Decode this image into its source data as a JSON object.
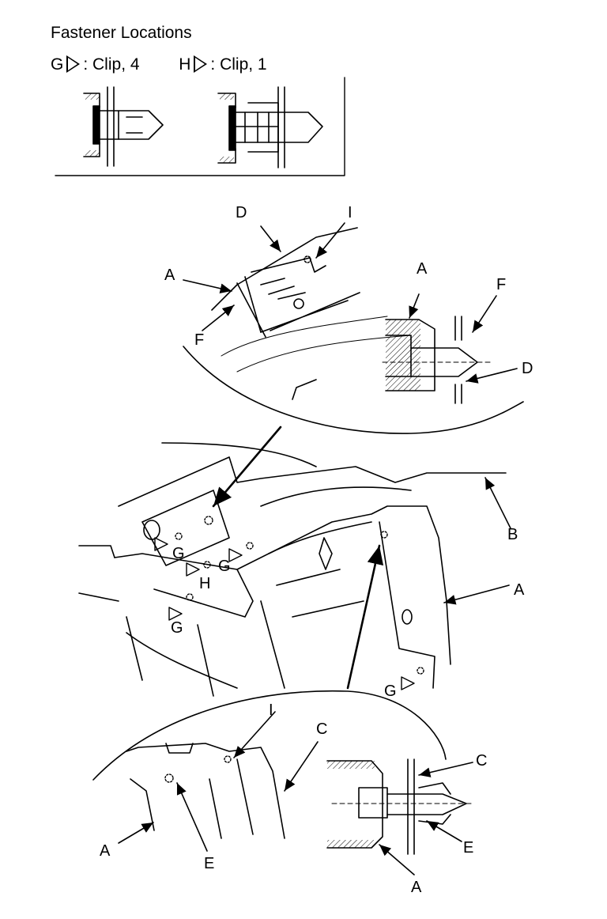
{
  "title": "Fastener Locations",
  "legend": [
    {
      "letter": "G",
      "text": ": Clip, 4"
    },
    {
      "letter": "H",
      "text": ": Clip, 1"
    }
  ],
  "labels": {
    "A": "A",
    "B": "B",
    "C": "C",
    "D": "D",
    "E": "E",
    "F": "F",
    "G": "G",
    "H": "H",
    "I": "I"
  }
}
